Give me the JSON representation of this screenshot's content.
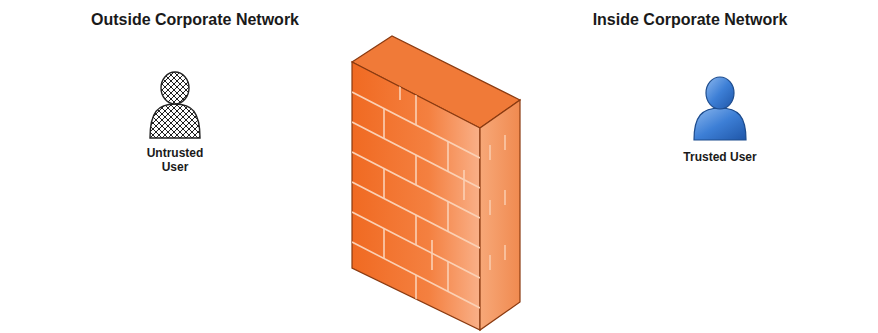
{
  "diagram": {
    "labels": [
      "Outside Corporate Network",
      "Inside Corporate Network",
      "Untrusted User",
      "Trusted User"
    ]
  }
}
